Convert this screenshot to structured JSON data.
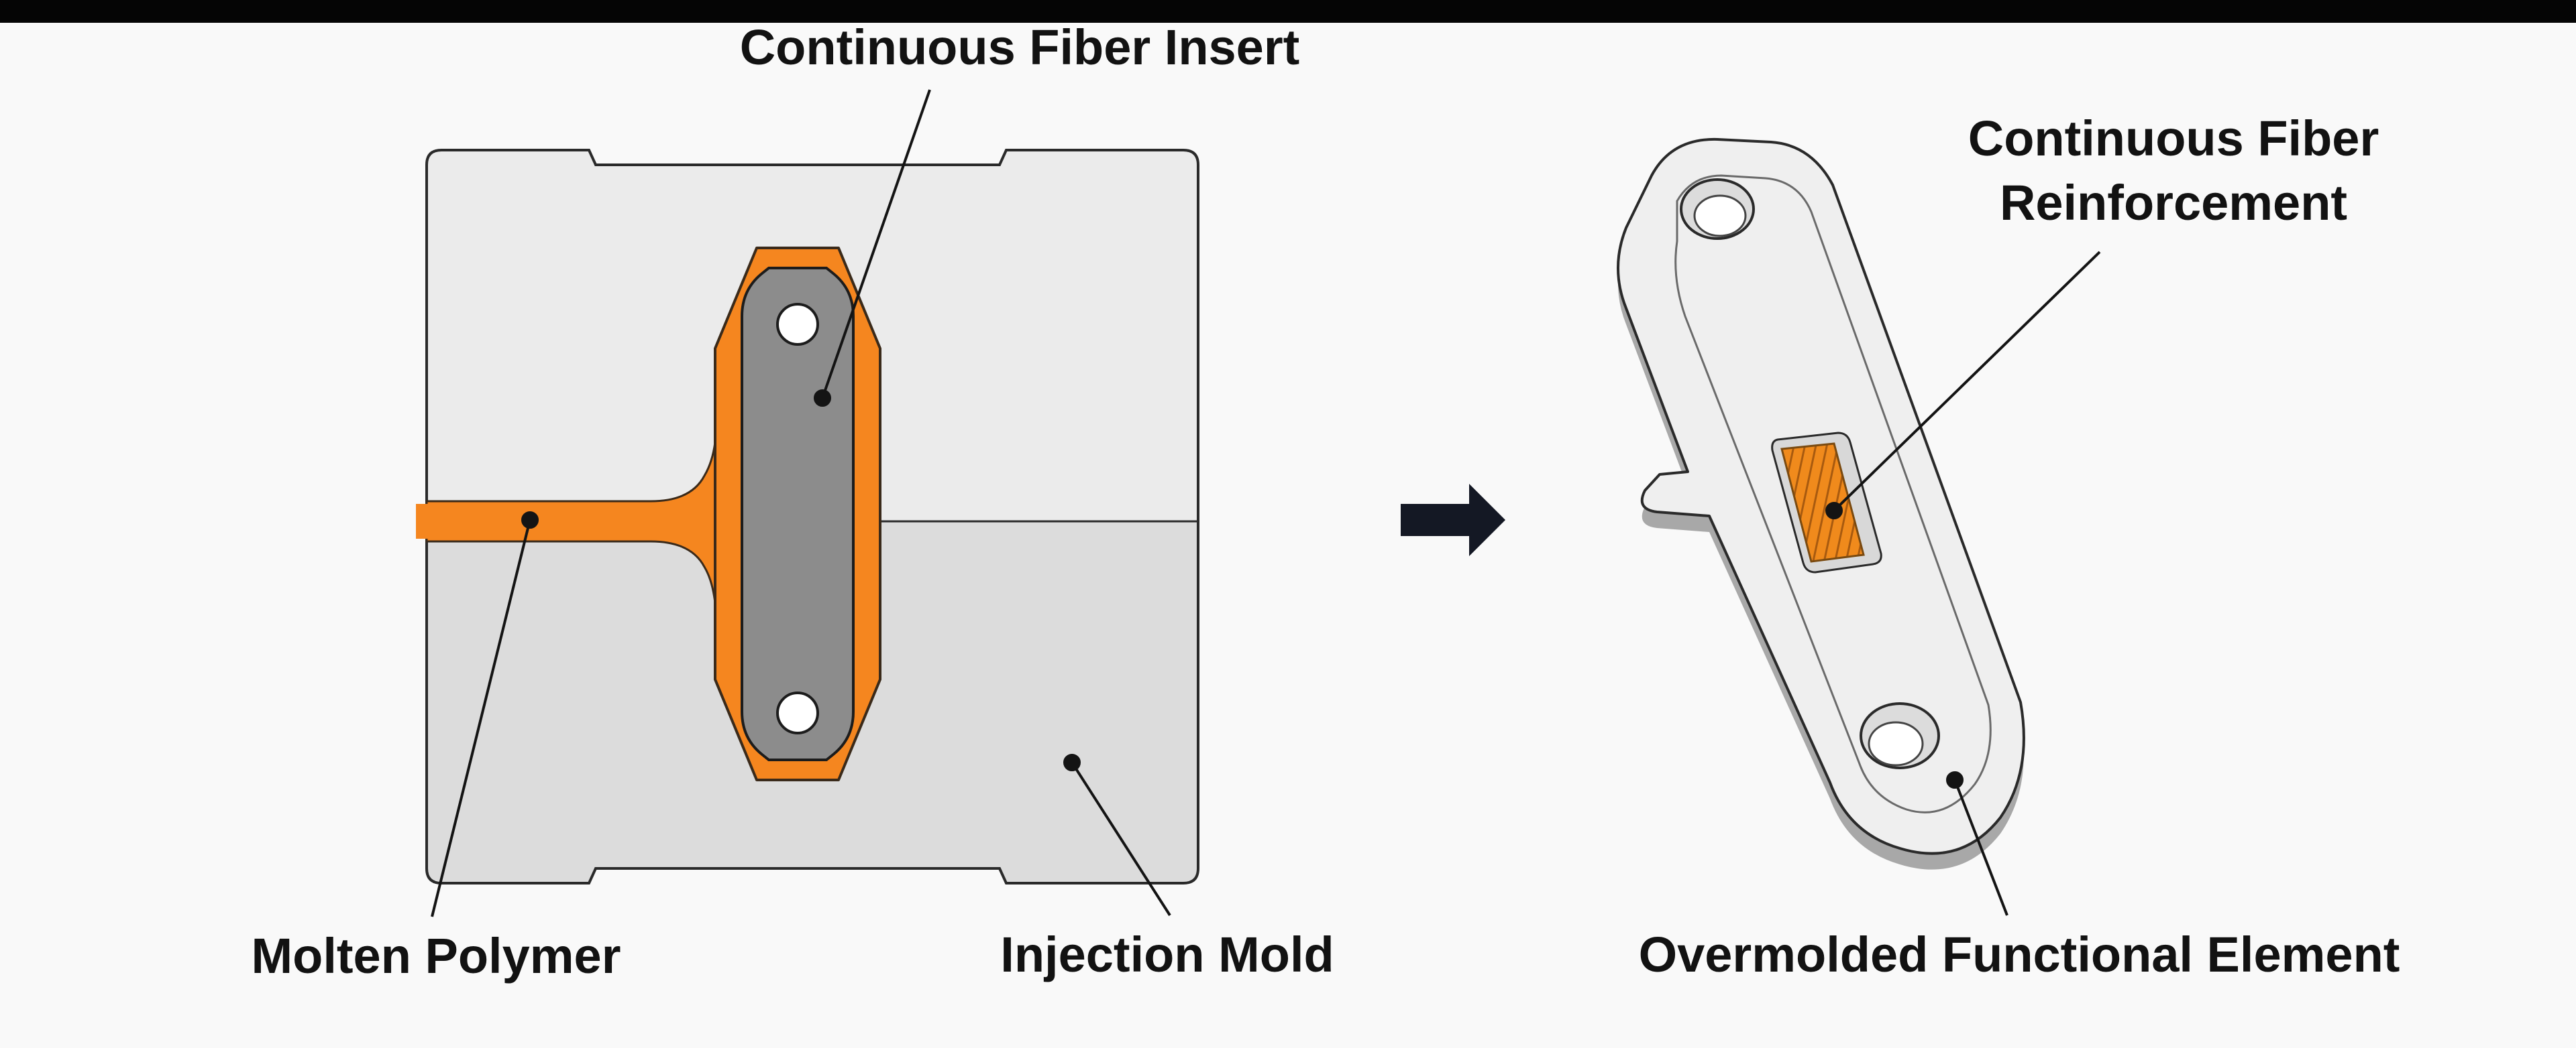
{
  "labels": {
    "insert": "Continuous Fiber Insert",
    "reinforcement_line1": "Continuous Fiber",
    "reinforcement_line2": "Reinforcement",
    "polymer": "Molten Polymer",
    "mold": "Injection Mold",
    "element": "Overmolded Functional Element"
  },
  "colors": {
    "background": "#f9f9f9",
    "mold_upper": "#ebebeb",
    "mold_lower": "#dcdcdc",
    "polymer": "#f5861f",
    "insert": "#8c8c8c",
    "part": "#efefef",
    "arrow": "#141824"
  },
  "icons": {
    "process_arrow": "arrow-right-icon"
  }
}
